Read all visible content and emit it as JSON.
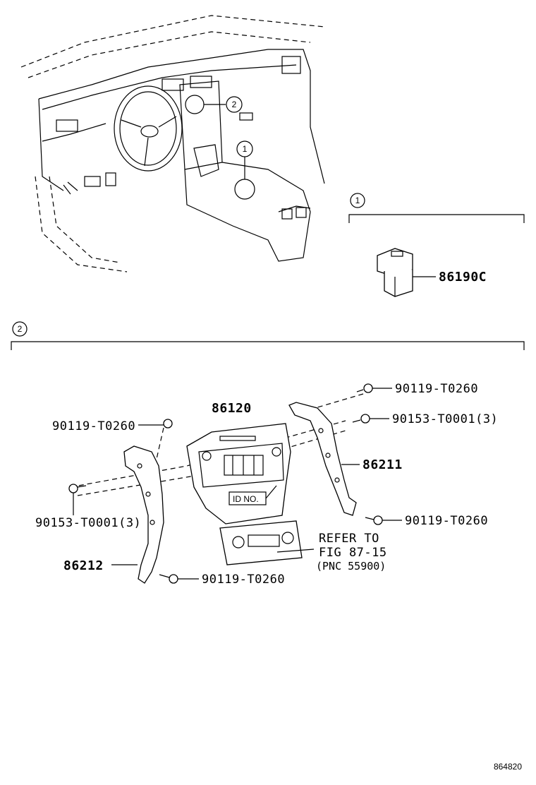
{
  "callouts": {
    "one": "1",
    "two": "2"
  },
  "parts": {
    "switch": "86190C",
    "audio_panel": "86120",
    "bracket_right": "86211",
    "bracket_left": "86212",
    "screw_tr": "90119-T0260",
    "bolt_tr": "90153-T0001(3)",
    "screw_tl": "90119-T0260",
    "bolt_left": "90153-T0001(3)",
    "screw_right_low": "90119-T0260",
    "screw_bottom": "90119-T0260"
  },
  "labels": {
    "id_no": "ID NO.",
    "refer_line1": "REFER TO",
    "refer_line2": "FIG 87-15",
    "refer_line3": "(PNC 55900)"
  },
  "figure_code": "864820"
}
